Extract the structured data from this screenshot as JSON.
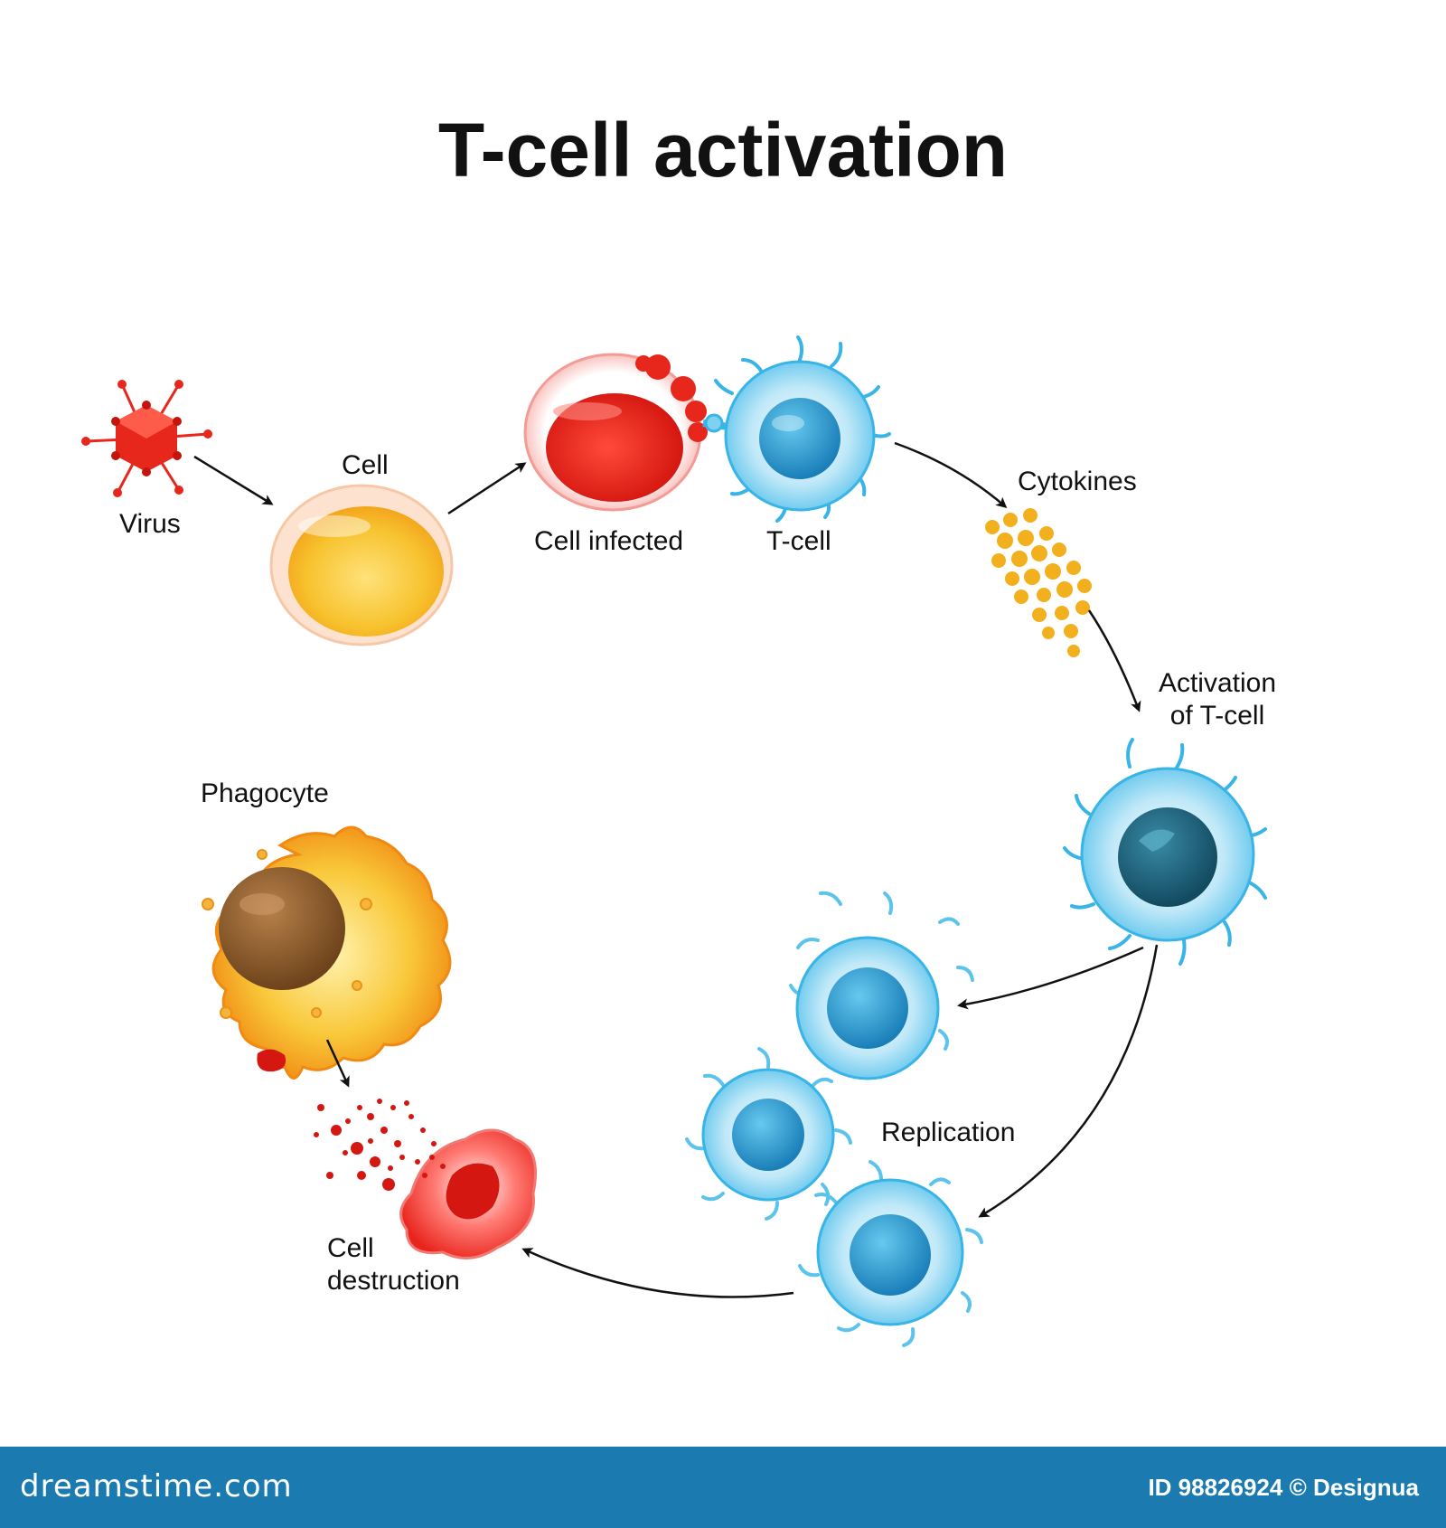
{
  "title": "T-cell activation",
  "labels": {
    "virus": "Virus",
    "cell": "Cell",
    "cell_infected": "Cell infected",
    "t_cell": "T-cell",
    "cytokines": "Cytokines",
    "activation_line1": "Activation",
    "activation_line2": "of T-cell",
    "replication": "Replication",
    "phagocyte": "Phagocyte",
    "destruction_line1": "Cell",
    "destruction_line2": "destruction"
  },
  "footer": {
    "site": "dreamstime.com",
    "credit": "ID 98826924 © Designua"
  },
  "colors": {
    "virus": "#e8271c",
    "cell_yellow": "#f7c22e",
    "cell_red": "#e01f1a",
    "t_cell_blue": "#38b4e6",
    "cytokine": "#f2b01e",
    "phagocyte_body": "#f5a623",
    "phagocyte_nucleus": "#8a5a2b",
    "footer_bar": "#1b7bb0"
  }
}
